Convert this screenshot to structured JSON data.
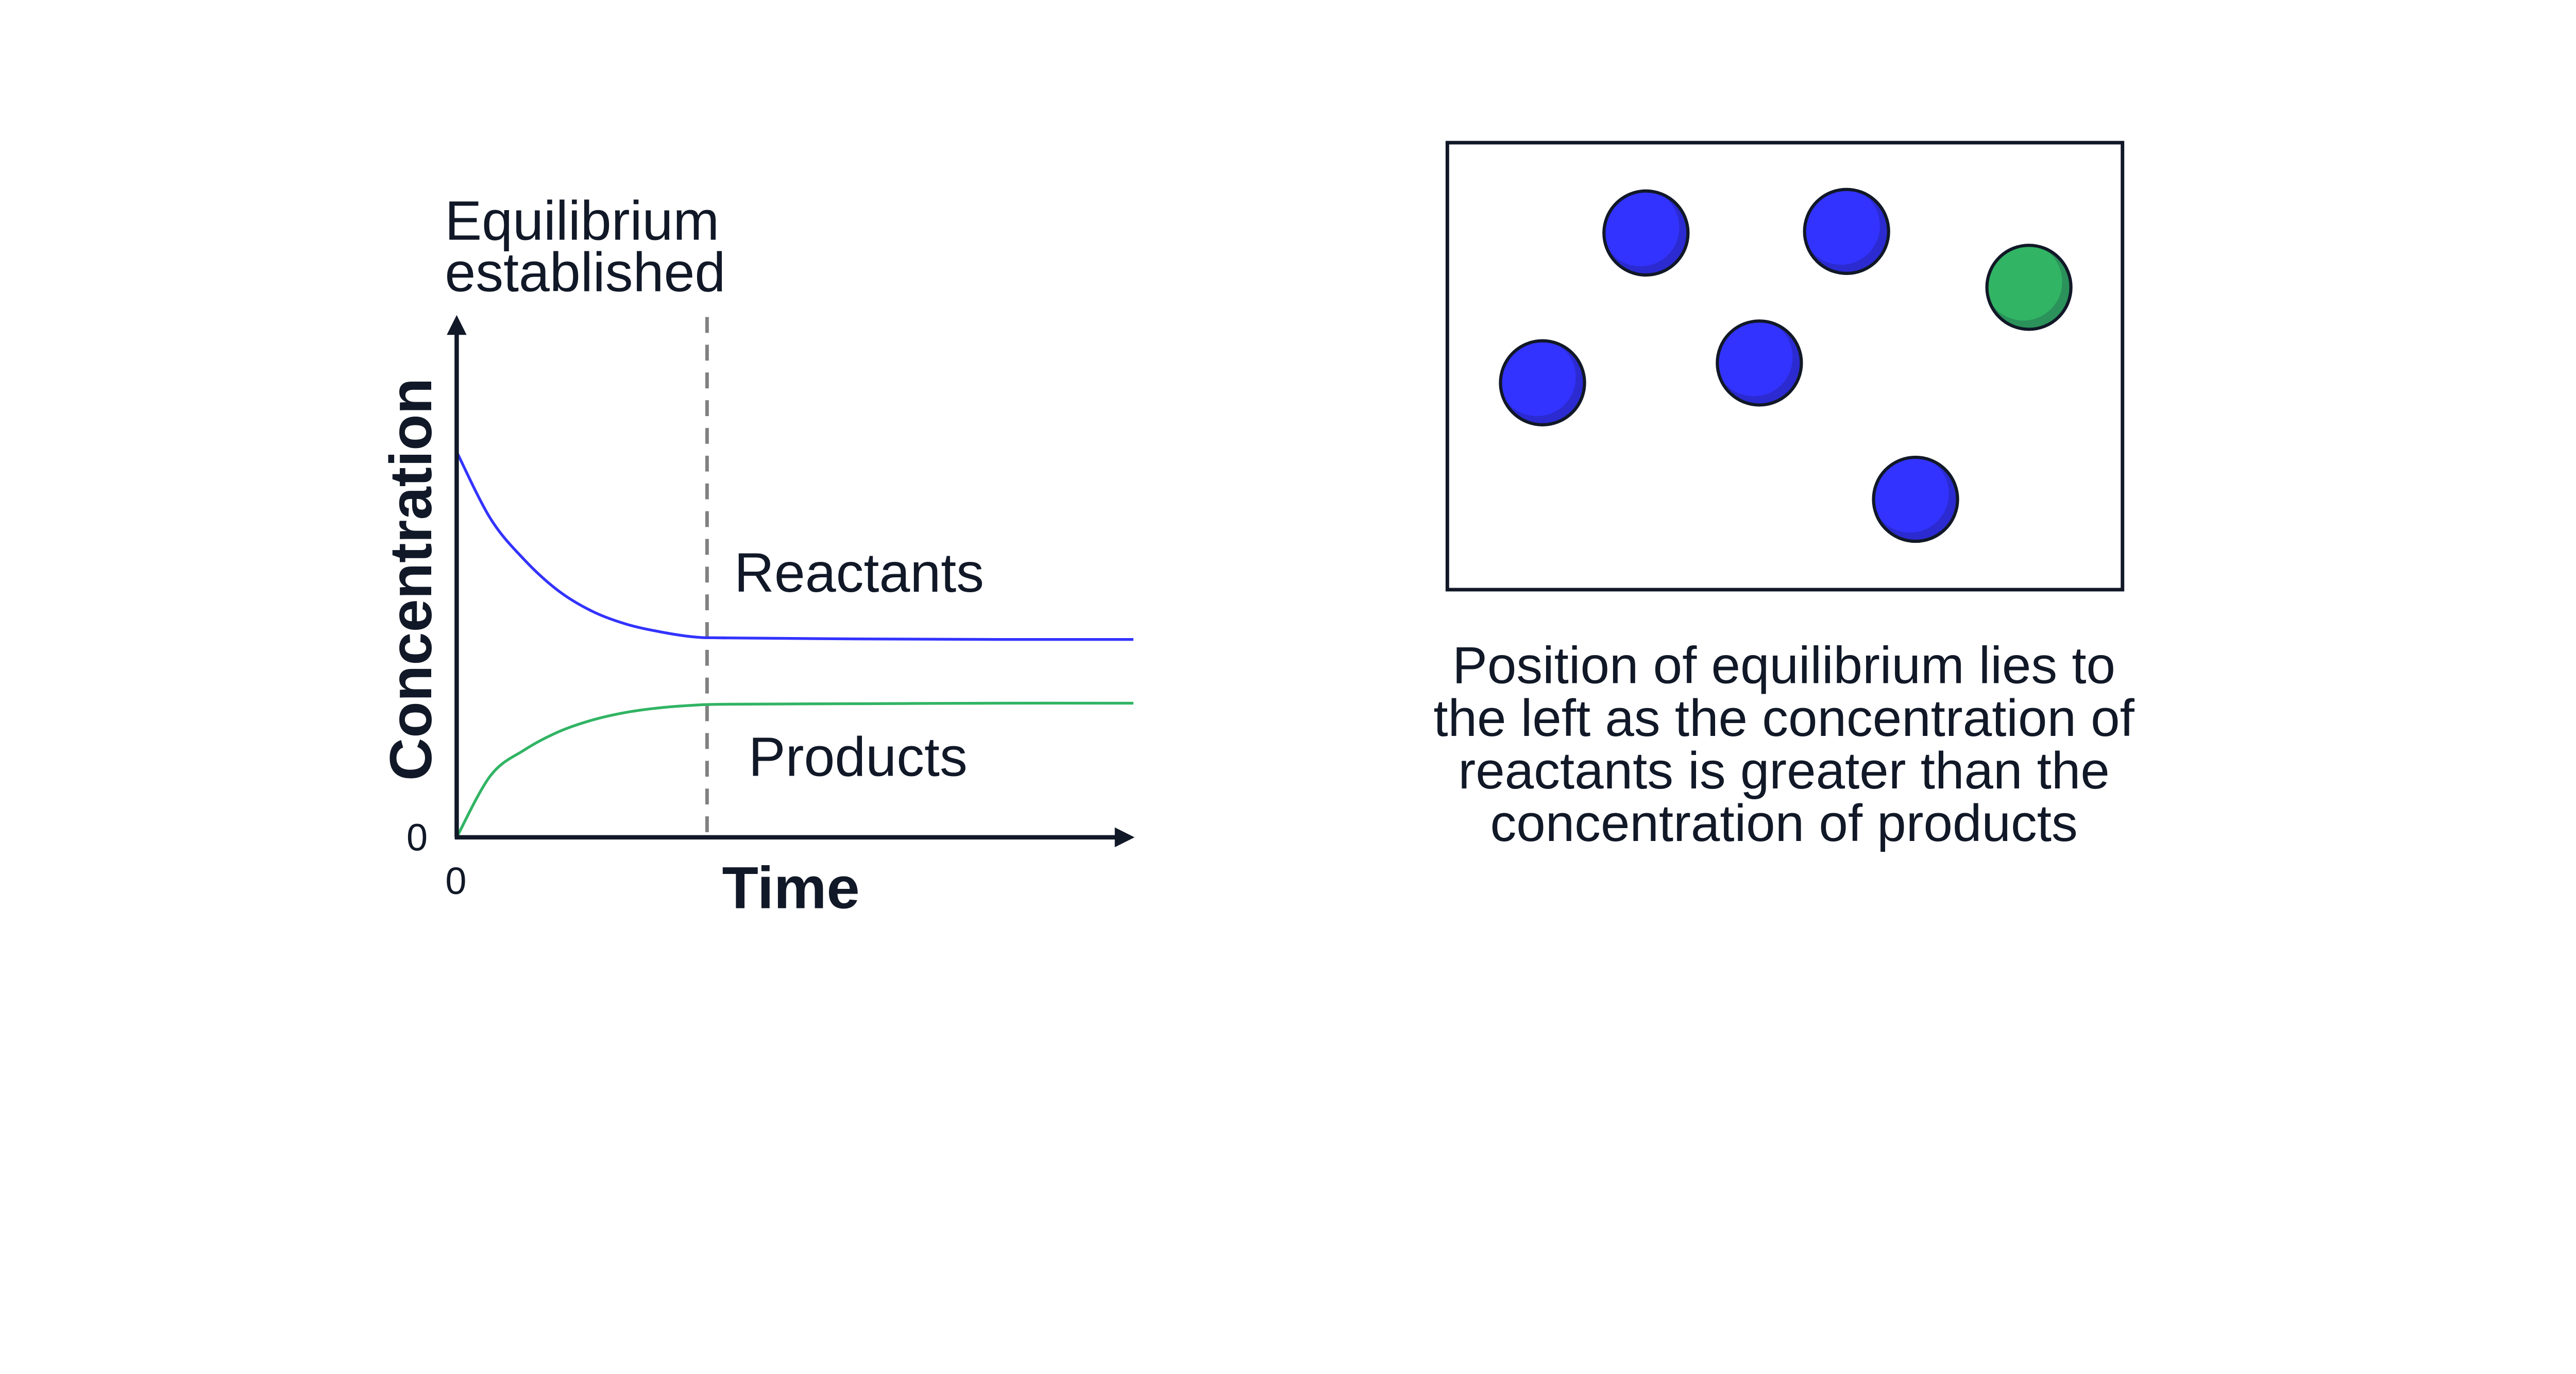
{
  "colors": {
    "text": "#111827",
    "reactant": "#3333ff",
    "reactant_shade": "#2b2bd1",
    "product": "#31b464",
    "product_shade": "#2a925a",
    "dashed": "#808080"
  },
  "chart_data": {
    "type": "line",
    "xlabel": "Time",
    "ylabel": "Concentration",
    "x_tick_labels": [
      "0"
    ],
    "y_tick_labels": [
      "0"
    ],
    "grid": false,
    "annotation": {
      "line1": "Equilibrium",
      "line2": "established",
      "x": 0.37
    },
    "x": [
      0,
      0.05,
      0.1,
      0.15,
      0.2,
      0.25,
      0.3,
      0.35,
      0.4,
      0.6,
      0.8,
      1.0
    ],
    "series": [
      {
        "name": "Reactants",
        "color": "#3333ff",
        "values": [
          0.75,
          0.62,
          0.54,
          0.48,
          0.44,
          0.415,
          0.4,
          0.39,
          0.388,
          0.386,
          0.385,
          0.385
        ]
      },
      {
        "name": "Products",
        "color": "#31b464",
        "values": [
          0,
          0.12,
          0.17,
          0.205,
          0.228,
          0.243,
          0.252,
          0.257,
          0.259,
          0.26,
          0.261,
          0.261
        ]
      }
    ]
  },
  "container": {
    "molecules": [
      "reactant",
      "reactant",
      "product",
      "reactant",
      "reactant",
      "reactant"
    ]
  },
  "caption": {
    "line1": "Position of equilibrium lies to",
    "line2": "the left as the concentration of",
    "line3": "reactants is greater than the",
    "line4": "concentration of products"
  }
}
